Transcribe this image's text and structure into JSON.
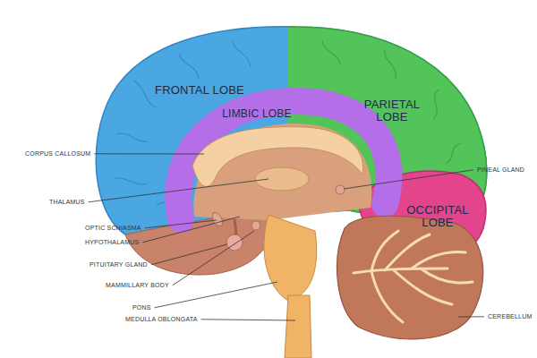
{
  "diagram": {
    "labels": [
      "FRONTAL LOBE",
      "LIMBIC LOBE",
      "PARIETAL LOBE",
      "OCCIPITAL LOBE",
      "CORPUS CALLOSUM",
      "THALAMUS",
      "OPTIC SCHIASMA",
      "HYPOTHALAMUS",
      "PITUITARY GLAND",
      "MAMMILLARY BODY",
      "PONS",
      "MEDULLA OBLONGATA",
      "PINEAL GLAND",
      "CEREBELLUM"
    ]
  }
}
